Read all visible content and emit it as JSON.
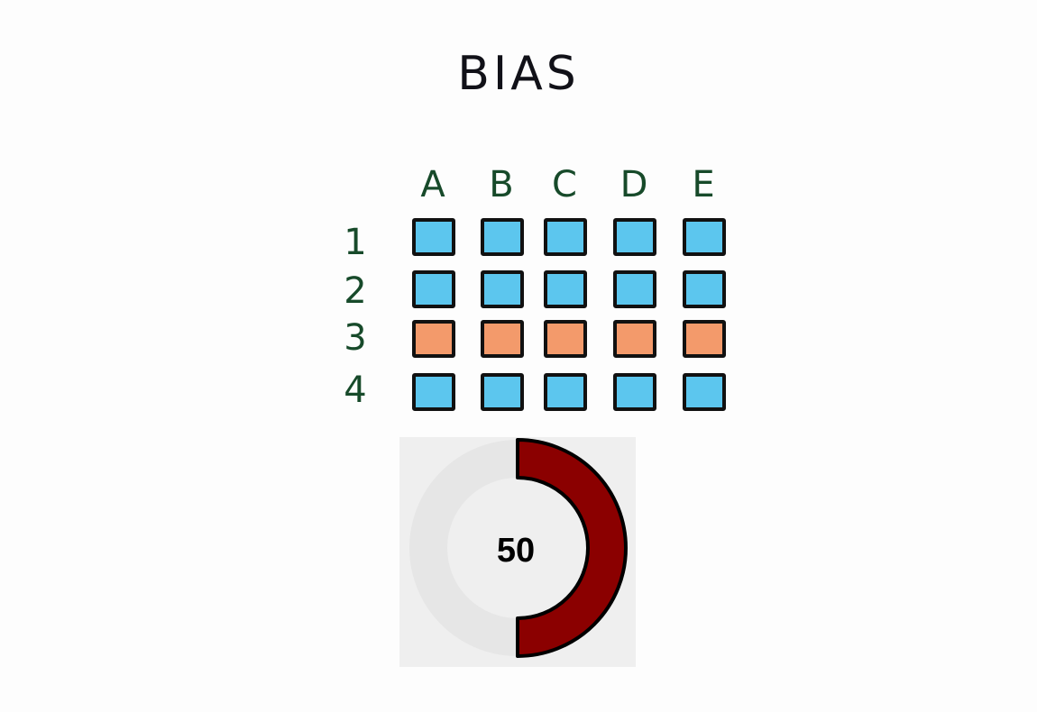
{
  "title": "BIAS",
  "grid": {
    "columns": [
      "A",
      "B",
      "C",
      "D",
      "E"
    ],
    "rows": [
      {
        "label": "1",
        "cells": [
          "blue",
          "blue",
          "blue",
          "blue",
          "blue"
        ]
      },
      {
        "label": "2",
        "cells": [
          "blue",
          "blue",
          "blue",
          "blue",
          "blue"
        ]
      },
      {
        "label": "3",
        "cells": [
          "orange",
          "orange",
          "orange",
          "orange",
          "orange"
        ]
      },
      {
        "label": "4",
        "cells": [
          "blue",
          "blue",
          "blue",
          "blue",
          "blue"
        ]
      }
    ],
    "colors": {
      "blue": "#5cc6ee",
      "orange": "#f39a6b",
      "outline": "#111111",
      "label": "#174a2a"
    }
  },
  "gauge": {
    "value": "50",
    "fraction": 0.5,
    "arc_color": "#8b0000",
    "track_color": "#e6e6e6",
    "panel_color": "#efefef"
  }
}
